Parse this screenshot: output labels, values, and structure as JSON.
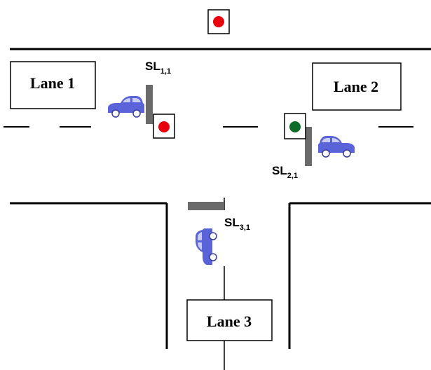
{
  "lanes": {
    "lane1": {
      "label": "Lane 1"
    },
    "lane2": {
      "label": "Lane 2"
    },
    "lane3": {
      "label": "Lane 3"
    }
  },
  "stop_lines": {
    "sl_1_1": {
      "main": "SL",
      "sub": "1,1"
    },
    "sl_2_1": {
      "main": "SL",
      "sub": "2,1"
    },
    "sl_3_1": {
      "main": "SL",
      "sub": "3,1"
    }
  },
  "signals": {
    "top": {
      "state": "red",
      "color": "#e8000d"
    },
    "lane1": {
      "state": "red",
      "color": "#e8000d"
    },
    "lane2": {
      "state": "green",
      "color": "#0f6b2a"
    }
  },
  "colors": {
    "car_body": "#5a63d8",
    "car_window": "#c9cdf5",
    "stop_bar": "#6a6a6a",
    "road_line": "#000000"
  }
}
